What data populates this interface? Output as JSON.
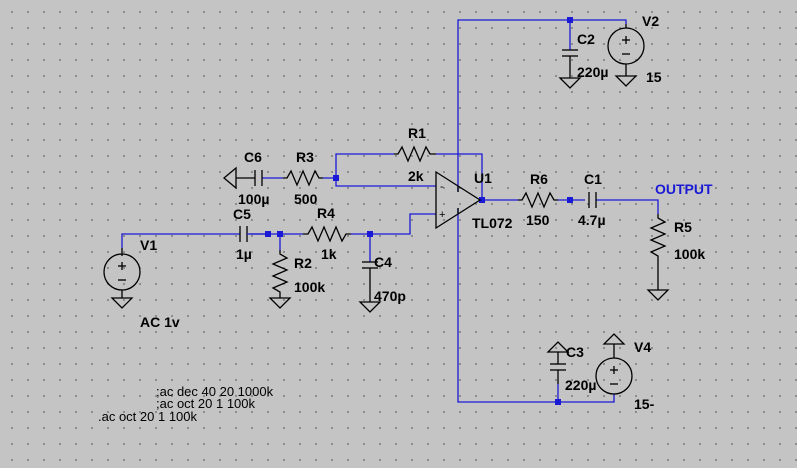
{
  "components": {
    "V1": {
      "name": "V1",
      "value": "AC 1v"
    },
    "V2": {
      "name": "V2",
      "value": "15"
    },
    "V4": {
      "name": "V4",
      "value": "15-"
    },
    "C1": {
      "name": "C1",
      "value": "4.7µ"
    },
    "C2": {
      "name": "C2",
      "value": "220µ"
    },
    "C3": {
      "name": "C3",
      "value": "220µ"
    },
    "C4": {
      "name": "C4",
      "value": "470p"
    },
    "C5": {
      "name": "C5",
      "value": "1µ"
    },
    "C6": {
      "name": "C6",
      "value": "100µ"
    },
    "R1": {
      "name": "R1",
      "value": "2k"
    },
    "R2": {
      "name": "R2",
      "value": "100k"
    },
    "R3": {
      "name": "R3",
      "value": "500"
    },
    "R4": {
      "name": "R4",
      "value": "1k"
    },
    "R5": {
      "name": "R5",
      "value": "100k"
    },
    "R6": {
      "name": "R6",
      "value": "150"
    },
    "U1": {
      "name": "U1",
      "value": "TL072"
    }
  },
  "opamp_pins": {
    "plus": "+",
    "minus": "-"
  },
  "nets": {
    "output": "OUTPUT"
  },
  "directives": [
    ";ac dec 40 20 1000k",
    ";ac oct 20 1 100k",
    ".ac oct 20 1 100k"
  ],
  "colors": {
    "wire": "#1a1ad6",
    "component": "#000000",
    "background": "#c4c4c4",
    "grid_dot": "#5a5a5a"
  }
}
